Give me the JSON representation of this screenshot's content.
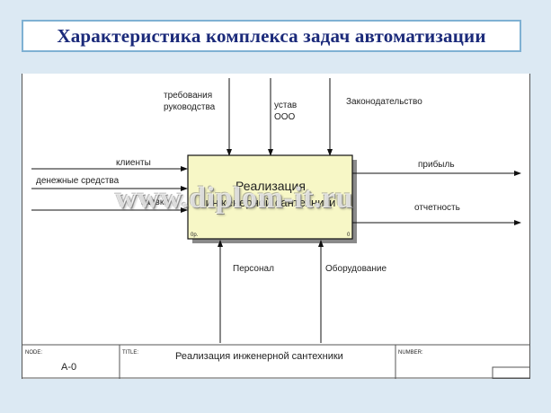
{
  "slide_title": "Характеристика комплекса задач автоматизации",
  "function_box": {
    "line1": "Реализация",
    "line2": "инженерной сантехники",
    "corner_left": "0р.",
    "corner_right": "0"
  },
  "controls": [
    "требования руководства",
    "устав ООО",
    "Законодательство"
  ],
  "control_lines": {
    "c1a": "требования",
    "c1b": "руководства",
    "c2a": "устав",
    "c2b": "ООО",
    "c3": "Законодательство"
  },
  "inputs": {
    "i1": "клиенты",
    "i2": "денежные средства",
    "i3": "заявки"
  },
  "outputs": {
    "o1": "прибыль",
    "o2": "отчетность"
  },
  "mechanisms": {
    "m1": "Персонал",
    "m2": "Оборудование"
  },
  "footer": {
    "node_label": "NODE:",
    "node_value": "A-0",
    "title_label": "TITLE:",
    "title_value": "Реализация  инженерной сантехники",
    "number_label": "NUMBER:"
  },
  "watermark": "www.diplom-it.ru",
  "colors": {
    "background": "#dce9f3",
    "title_text": "#1b2a7a",
    "title_border": "#7fb1d3",
    "box_fill": "#f7f7c6"
  }
}
